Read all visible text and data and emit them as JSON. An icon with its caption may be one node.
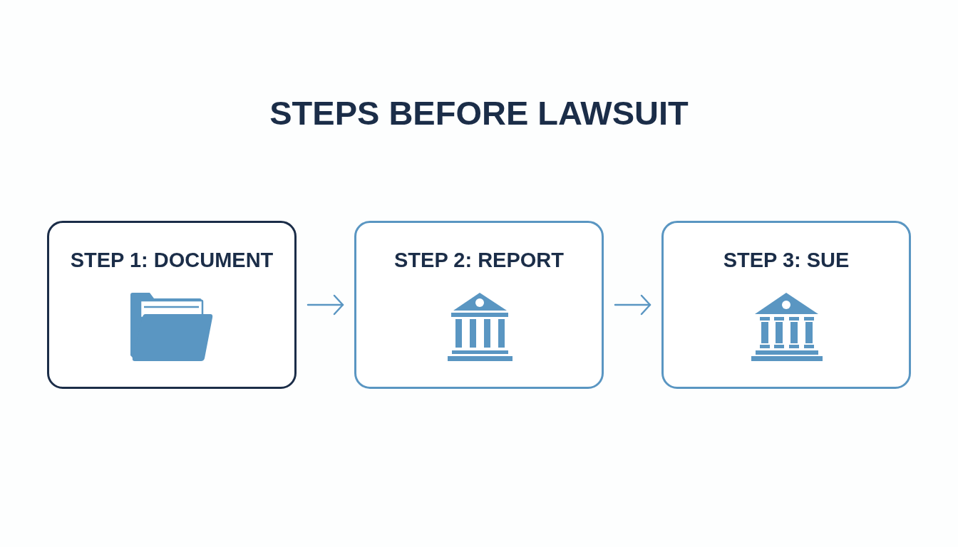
{
  "diagram": {
    "title": "STEPS BEFORE LAWSUIT",
    "nodes": [
      {
        "text": [
          "STEP 1: DOCUMENT"
        ]
      },
      {
        "text": [
          "STEP 2: REPORT"
        ]
      },
      {
        "text": [
          "STEP 3: SUE"
        ]
      }
    ],
    "edges": [
      {
        "from": 0,
        "to": 1,
        "arrow": "to"
      },
      {
        "from": 1,
        "to": 2,
        "arrow": "to"
      }
    ]
  }
}
